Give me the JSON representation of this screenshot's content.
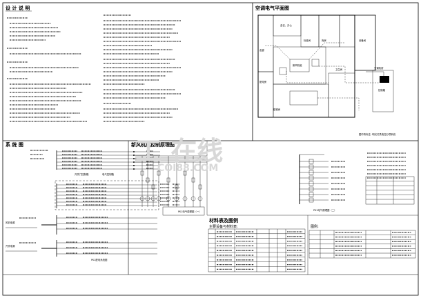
{
  "sections": {
    "design_notes_title": "设 计 说 明",
    "floor_plan_title": "空调电气平面图",
    "system_title": "系 统 图",
    "fan_control_title": "新风机组控制原理图",
    "materials_title": "材料表及图例",
    "materials_sub": "主要设备与材料表:",
    "legend_title": "图例:",
    "plan_caption": "图中所标注: 明光灯具电控分项系统",
    "tb1_label": "PK1电气原理图（一）",
    "tb2_label": "PK1电气原理图（二）",
    "sys_sub1": "开关门控制箱",
    "sys_sub2": "电气控制箱",
    "sys_bottom": "PK1配电系统图",
    "voltage": "~380V",
    "sys_box1": "风机电源",
    "sys_box2": "开关电源"
  },
  "plan_labels": {
    "room_a": "会议、办公",
    "room_b": "标准间",
    "room_c": "库房",
    "room_d": "走廊",
    "room_e": "配电房",
    "room_f": "卫生间",
    "room_g": "设备间",
    "room_h": "楼梯间",
    "room_i": "新风机组",
    "room_j": "空调机房",
    "room_k": "控制箱"
  },
  "watermark": "工 在线",
  "watermark_sub": "COI88.COM"
}
